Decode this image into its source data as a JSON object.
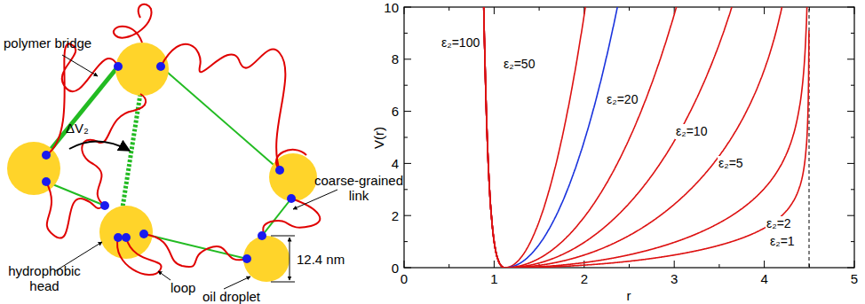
{
  "diagram": {
    "labels": [
      "polymer bridge",
      "ΔV₂",
      "coarse-grained link",
      "hydrophobic head",
      "loop",
      "12.4 nm",
      "oil droplet",
      "ε₂=100",
      "ε₂=50",
      "ε₂=20",
      "ε₂=10",
      "ε₂=5",
      "ε₂=2",
      "ε₂=1",
      "0",
      "1",
      "2",
      "3",
      "4",
      "5",
      "0",
      "2",
      "4",
      "6",
      "8",
      "10",
      "V(r)",
      "r"
    ]
  }
}
